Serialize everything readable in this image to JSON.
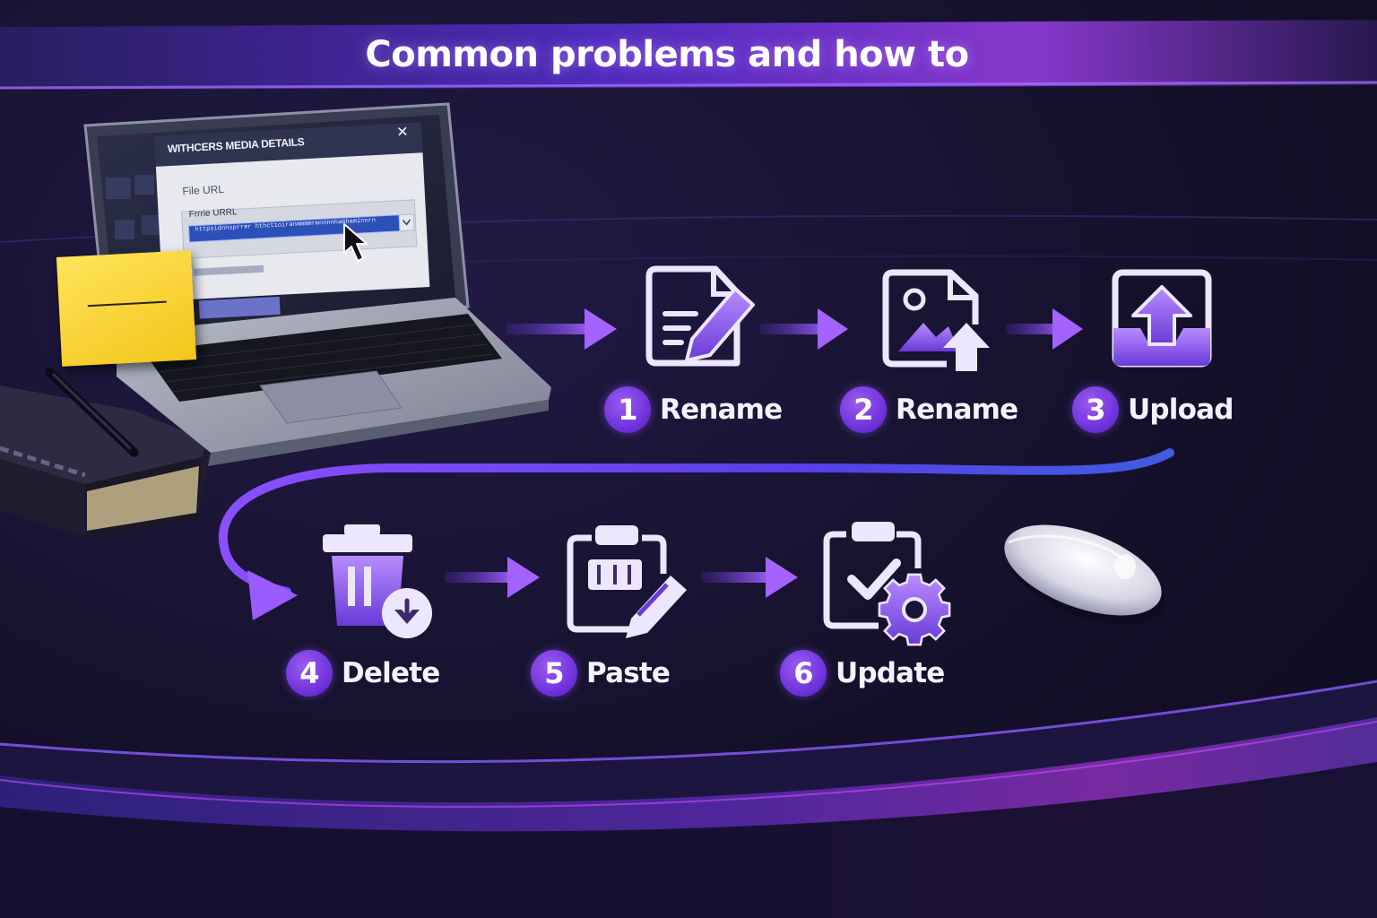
{
  "title": "Common problems and how to",
  "colors": {
    "background": "#15112c",
    "accent_purple": "#8a4fff",
    "accent_magenta": "#c33bf2",
    "accent_blue": "#3b5bdc",
    "sticky_note": "#f6d12f",
    "icon_outline": "#ece6ff"
  },
  "laptop_dialog": {
    "title": "WITHCERS MEDIA DETAILS",
    "close_symbol": "✕",
    "field_label": "File URL",
    "input_label": "Frrrie URRL",
    "input_value": "httpsidnnsprrer   hthctioiranmmmmrmnnnnhamhaminnrn"
  },
  "steps": [
    {
      "number": "1",
      "label": "Rename",
      "icon": "file-edit-icon"
    },
    {
      "number": "2",
      "label": "Rename",
      "icon": "image-upload-icon"
    },
    {
      "number": "3",
      "label": "Upload",
      "icon": "inbox-upload-icon"
    },
    {
      "number": "4",
      "label": "Delete",
      "icon": "trash-icon"
    },
    {
      "number": "5",
      "label": "Paste",
      "icon": "clipboard-edit-icon"
    },
    {
      "number": "6",
      "label": "Update",
      "icon": "clipboard-check-gear-icon"
    }
  ]
}
